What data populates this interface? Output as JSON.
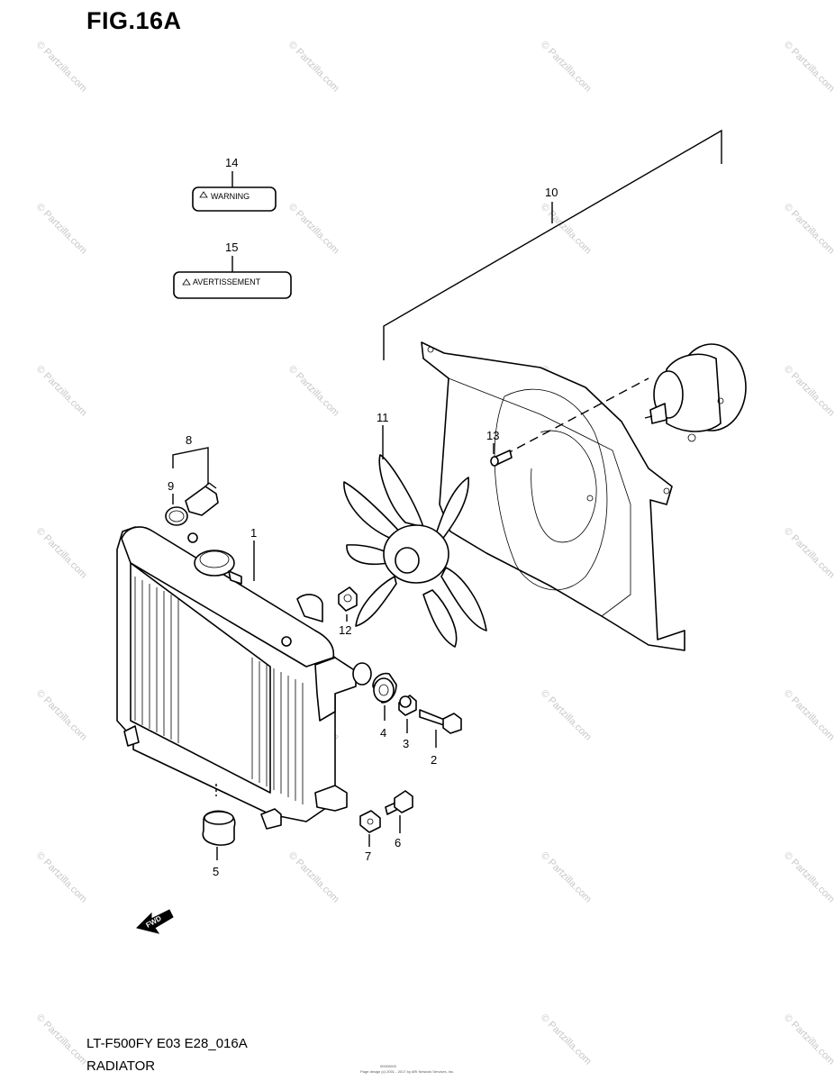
{
  "figure": {
    "title": "FIG.16A"
  },
  "footer": {
    "code": "LT-F500FY E03 E28_016A",
    "name": "RADIATOR",
    "fine_print_1": "00000000",
    "fine_print_2": "Page design (c) 2001 - 2017 by ARI Network Services, Inc."
  },
  "labels": {
    "warning": "WARNING",
    "avertissement": "AVERTISSEMENT",
    "fwd": "FWD"
  },
  "watermark": {
    "text": "© Partzilla.com"
  },
  "parts": [
    {
      "no": "1"
    },
    {
      "no": "2"
    },
    {
      "no": "3"
    },
    {
      "no": "4"
    },
    {
      "no": "5"
    },
    {
      "no": "6"
    },
    {
      "no": "7"
    },
    {
      "no": "8"
    },
    {
      "no": "9"
    },
    {
      "no": "10"
    },
    {
      "no": "11"
    },
    {
      "no": "12"
    },
    {
      "no": "13"
    },
    {
      "no": "14"
    },
    {
      "no": "15"
    }
  ]
}
